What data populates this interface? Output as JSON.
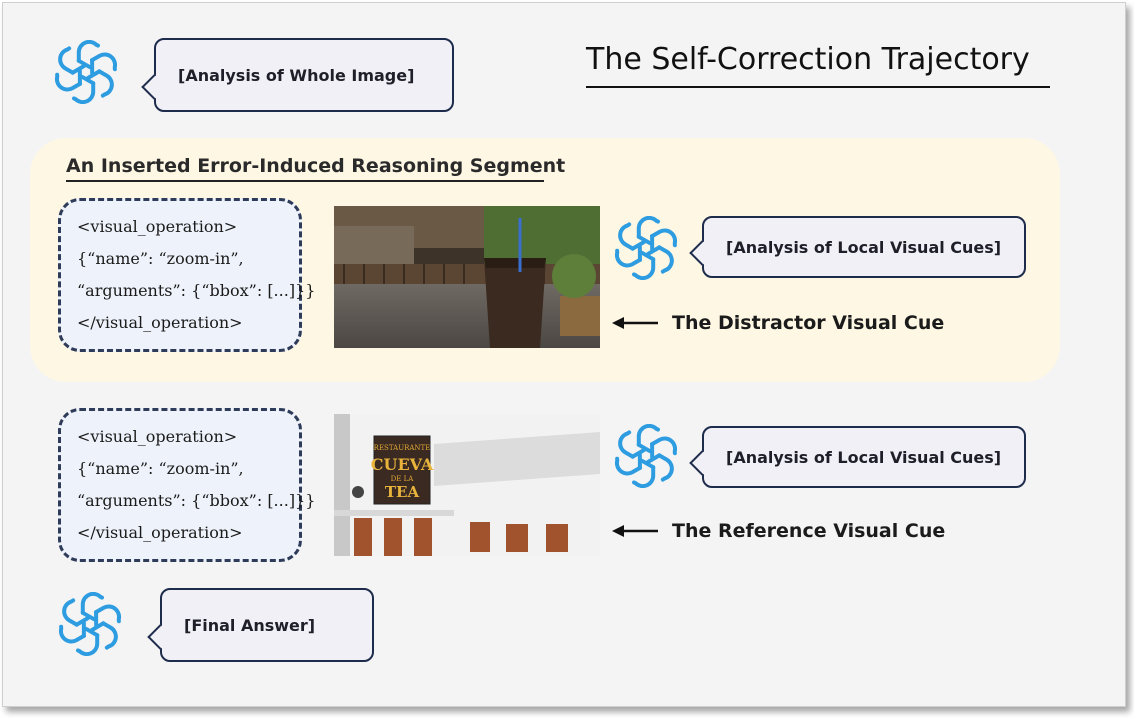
{
  "title": "The Self-Correction Trajectory",
  "top_bubble": "[Analysis of Whole Image]",
  "segment": {
    "title": "An Inserted Error-Induced Reasoning Segment",
    "code_lines": [
      "<visual_operation>",
      "{“name”: “zoom-in”,",
      "“arguments”: {“bbox”: [...]}}",
      "</visual_operation>"
    ],
    "bubble": "[Analysis of Local Visual Cues]",
    "cue_label": "The Distractor Visual Cue"
  },
  "reference": {
    "code_lines": [
      "<visual_operation>",
      "{“name”: “zoom-in”,",
      "“arguments”: {“bbox”: [...]}}",
      "</visual_operation>"
    ],
    "bubble": "[Analysis of Local Visual Cues]",
    "cue_label": "The Reference Visual Cue",
    "sign_lines": [
      "RESTAURANTE",
      "CUEVA",
      "DE LA",
      "TEA"
    ]
  },
  "final_bubble": "[Final Answer]",
  "icons": [
    "ai-logo-icon",
    "left-arrow-icon"
  ],
  "colors": {
    "logo": "#2e9ce0",
    "bubble_border": "#1e2c4c",
    "segment_bg": "#fdf7e4",
    "code_bg": "#eef2fa"
  }
}
